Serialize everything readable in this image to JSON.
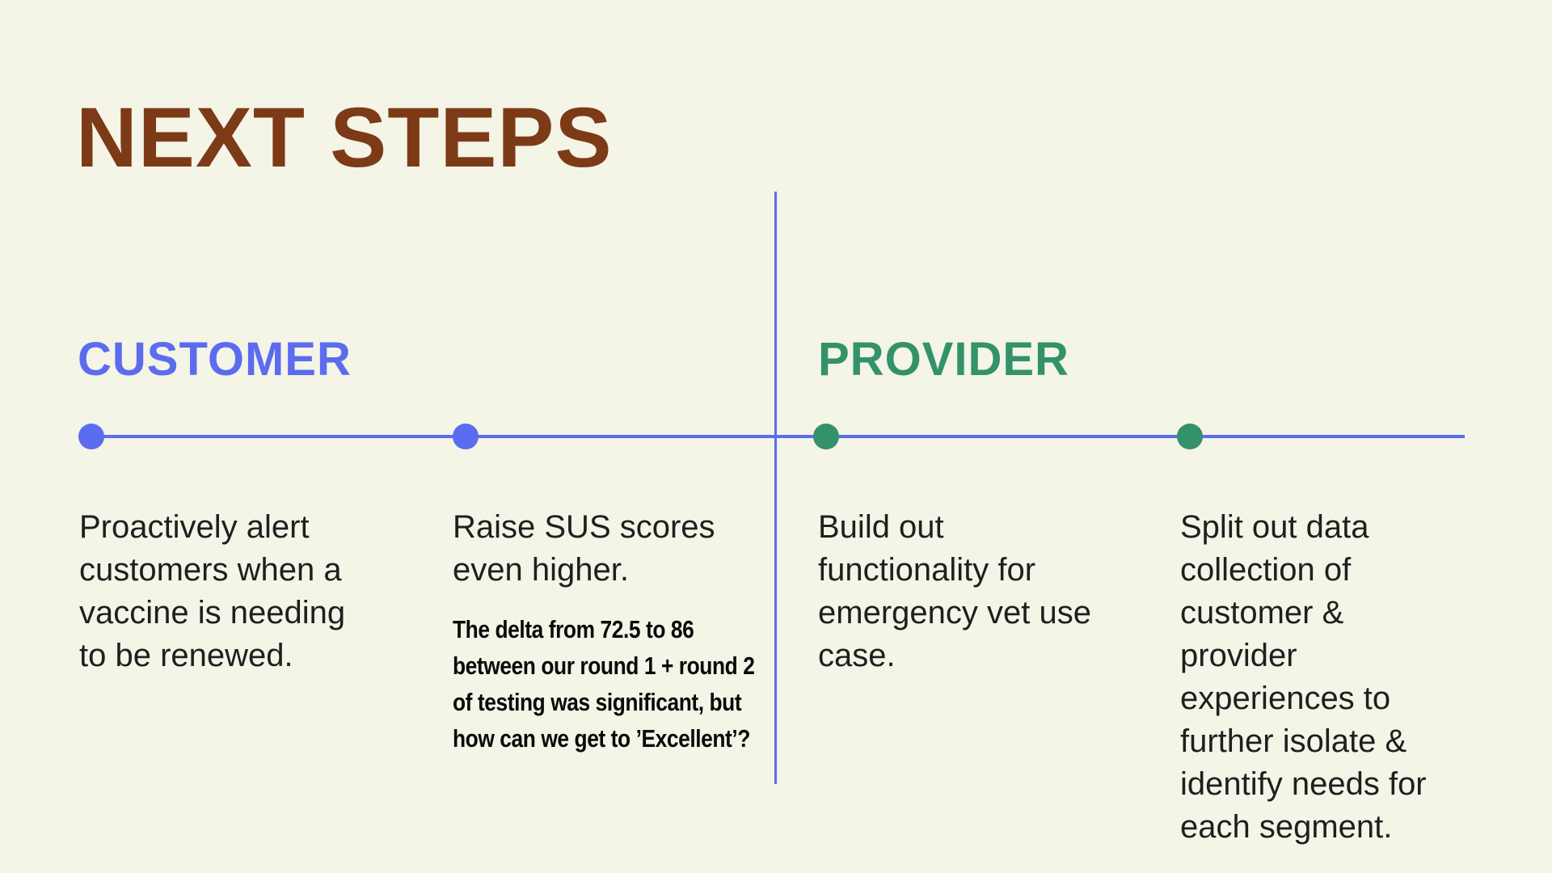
{
  "title": "NEXT STEPS",
  "colors": {
    "background": "#f4f4e7",
    "title-brown": "#7d3a17",
    "customer-blue": "#5b6cee",
    "provider-green": "#339269",
    "timeline-blue": "#5a6cf0",
    "body-text": "#1f1f1f",
    "note-text": "#0a0a0a"
  },
  "customer": {
    "heading": "CUSTOMER",
    "steps": [
      {
        "text": "Proactively alert\ncustomers when a\nvaccine is needing\nto be renewed."
      },
      {
        "text": "Raise SUS scores\neven higher.",
        "note": "The delta from 72.5 to 86\nbetween our round 1 + round 2\nof testing was significant, but\nhow can we get to ’Excellent’?"
      }
    ]
  },
  "provider": {
    "heading": "PROVIDER",
    "steps": [
      {
        "text": "Build out\nfunctionality for\nemergency vet use\ncase."
      },
      {
        "text": "Split out data\ncollection of\ncustomer &\nprovider\nexperiences to\nfurther isolate &\nidentify needs for\neach segment."
      }
    ]
  }
}
